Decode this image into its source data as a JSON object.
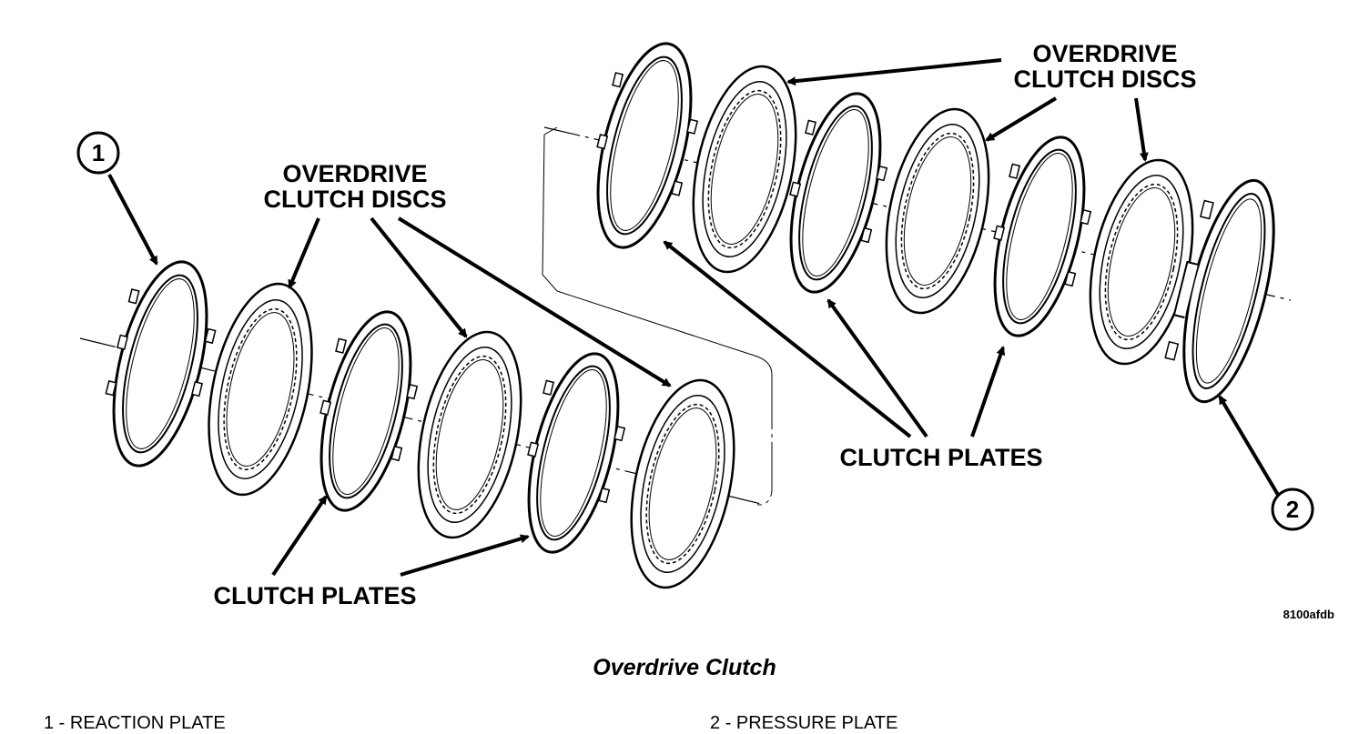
{
  "callouts": {
    "one": "1",
    "two": "2"
  },
  "labels": {
    "discs_left_line1": "OVERDRIVE",
    "discs_left_line2": "CLUTCH DISCS",
    "discs_right_line1": "OVERDRIVE",
    "discs_right_line2": "CLUTCH DISCS",
    "plates_left": "CLUTCH PLATES",
    "plates_right": "CLUTCH PLATES"
  },
  "figure_id": "8100afdb",
  "caption": "Overdrive Clutch",
  "legend": {
    "item1": "1 - REACTION PLATE",
    "item2": "2 - PRESSURE PLATE"
  }
}
